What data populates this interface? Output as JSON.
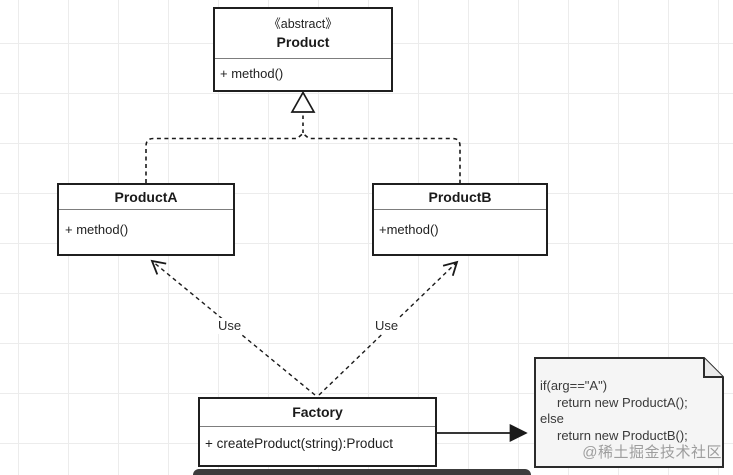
{
  "diagram": {
    "product": {
      "stereotype": "《abstract》",
      "name": "Product",
      "member": "+ method()"
    },
    "product_a": {
      "name": "ProductA",
      "member": "+ method()"
    },
    "product_b": {
      "name": "ProductB",
      "member": "+method()"
    },
    "factory": {
      "name": "Factory",
      "member": "+ createProduct(string):Product"
    },
    "edges": {
      "use_left_label": "Use",
      "use_right_label": "Use"
    },
    "note": {
      "line1": "if(arg==\"A\")",
      "line2": "return new ProductA();",
      "line3": "else",
      "line4": "return new ProductB();"
    },
    "watermark": "@稀土掘金技术社区",
    "colors": {
      "box_border": "#1f1f1f",
      "box_fill": "#ffffff",
      "divider": "#7d7d7d",
      "grid_line": "#ececec",
      "connector": "#1a1a1a",
      "note_fill": "#f5f5f5",
      "note_text": "#3a3a3a",
      "watermark": "#8e8e8e",
      "bottom_bar": "#3c3c3c"
    }
  }
}
